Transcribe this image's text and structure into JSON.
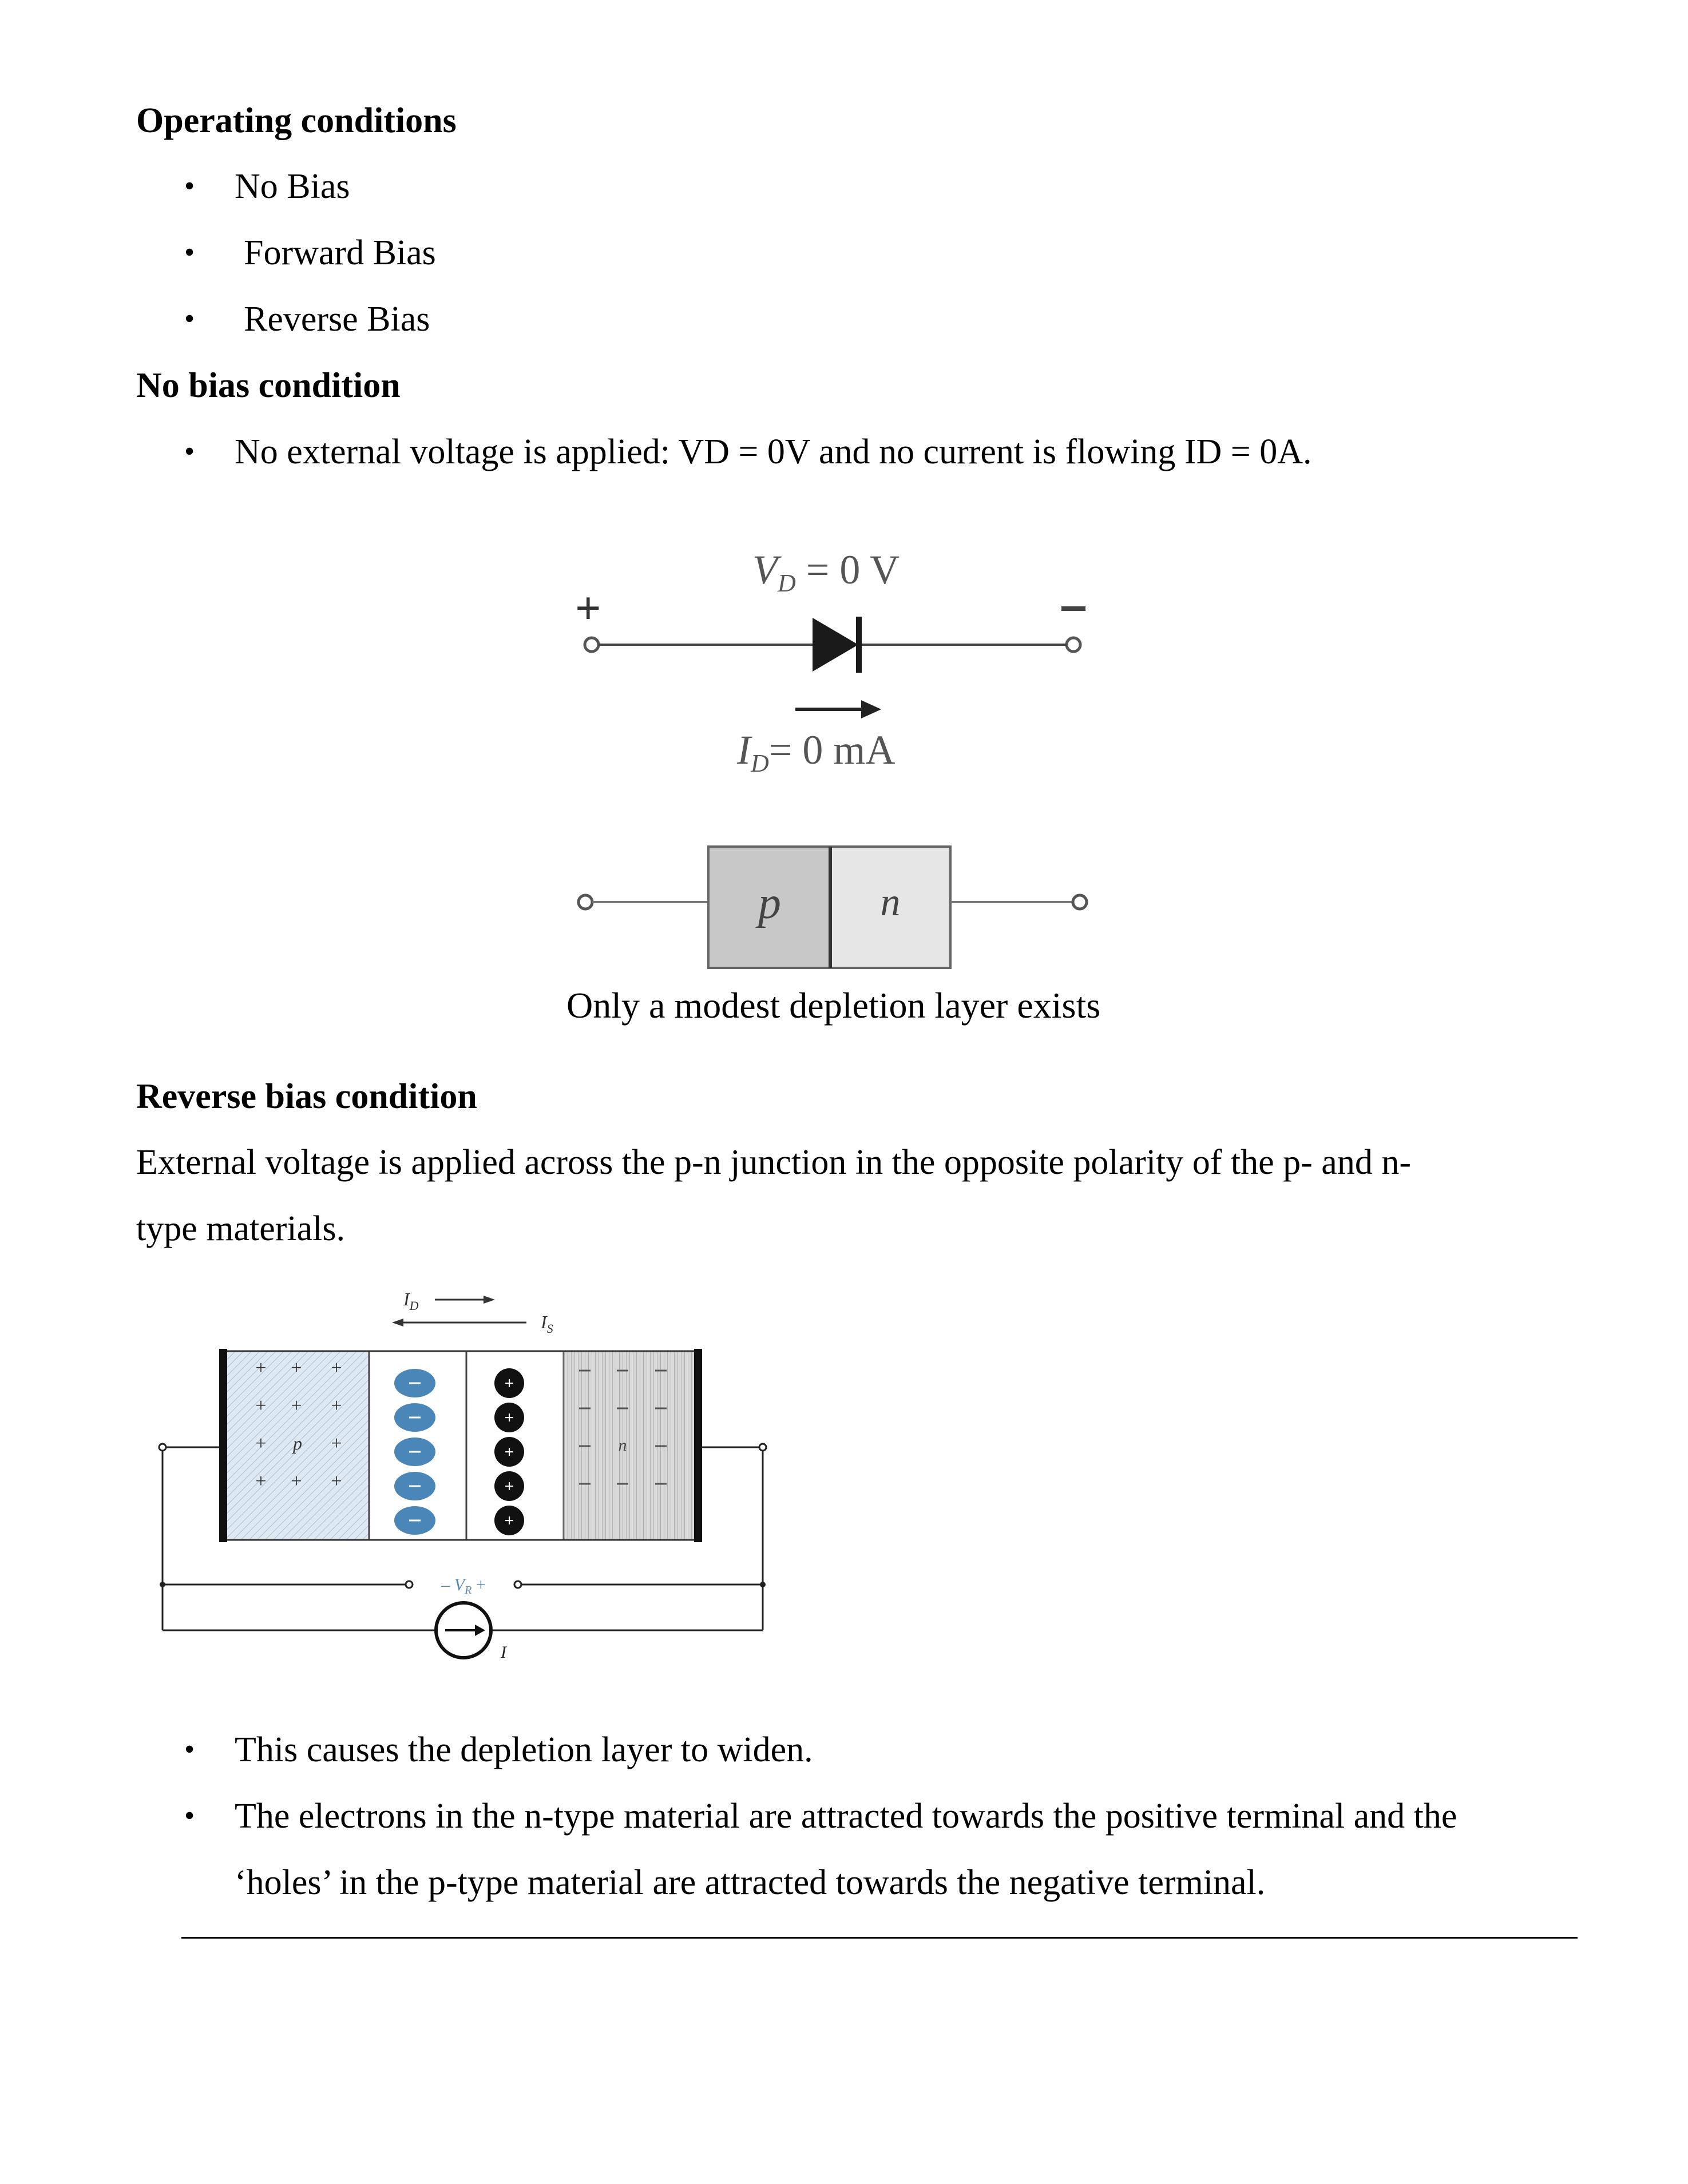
{
  "sections": {
    "operating": {
      "title": "Operating conditions",
      "items": [
        "No Bias",
        "Forward Bias",
        "Reverse Bias"
      ]
    },
    "no_bias": {
      "title": "No bias condition",
      "bullet": "No external voltage is applied: VD = 0V and no current is flowing ID = 0A."
    },
    "reverse": {
      "title": "Reverse bias condition",
      "paragraph_line1": "External voltage is applied across the p-n junction in the opposite polarity of the p- and n-",
      "paragraph_line2": "type materials.",
      "bullets": [
        "This causes the depletion layer to widen.",
        "The electrons in the n-type material are attracted towards the positive terminal and the",
        "‘holes’ in the p-type material are attracted towards the negative terminal."
      ]
    }
  },
  "figure1": {
    "vd_label": "V_D = 0 V",
    "id_label": "I_D = 0 mA",
    "plus": "+",
    "minus": "–",
    "p_label": "p",
    "n_label": "n",
    "caption": "Only a modest depletion layer exists"
  },
  "figure2": {
    "id_label": "I_D",
    "is_label": "I_S",
    "p_label": "p",
    "n_label": "n",
    "vr_label": "– V_R +",
    "i_label": "I"
  }
}
